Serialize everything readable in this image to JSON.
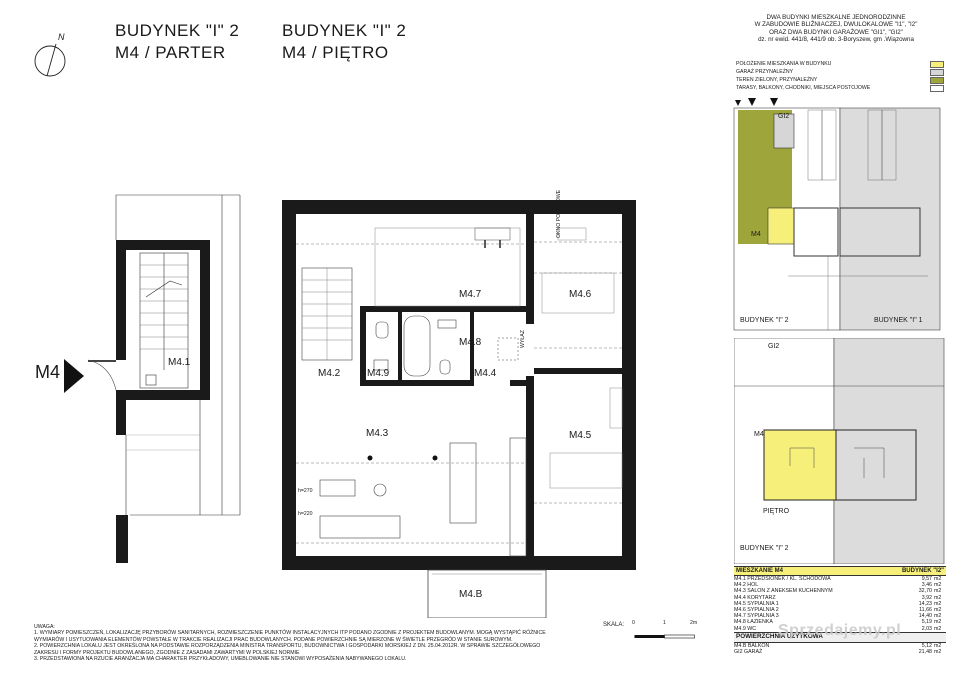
{
  "headings": {
    "left_line1": "BUDYNEK \"I\" 2",
    "left_line2": "M4 / PARTER",
    "right_line1": "BUDYNEK \"I\" 2",
    "right_line2": "M4 / PIĘTRO"
  },
  "compass_letter": "N",
  "entrance_label": "M4",
  "ground_floor_rooms": {
    "m41": "M4.1"
  },
  "upper_floor_rooms": {
    "m42": "M4.2",
    "m43": "M4.3",
    "m44": "M4.4",
    "m45": "M4.5",
    "m46": "M4.6",
    "m47": "M4.7",
    "m48": "M4.8",
    "m49": "M4.9",
    "m4b": "M4.B"
  },
  "height_marks": {
    "h270": "h=270",
    "h220": "h=220"
  },
  "small_annotations": {
    "okno_polaciowe": "OKNO POŁACIOWE",
    "wyjaz": "WYŁAZ"
  },
  "scale": {
    "label": "SKALA:",
    "t0": "0",
    "t1": "1",
    "t2": "2m"
  },
  "notes": {
    "heading": "UWAGA:",
    "lines": [
      "1. WYMIARY POMIESZCZEŃ, LOKALIZACJĘ PRZYBORÓW SANITARNYCH, ROZMIESZCZENIE PUNKTÓW INSTALACYJNYCH ITP PODANO ZGODNIE Z PROJEKTEM BUDOWLANYM. MOGĄ WYSTĄPIĆ RÓŻNICE",
      "WYMIARÓW I USYTUOWANIA ELEMENTÓW POWSTAŁE W TRAKCIE REALIZACJI PRAC BUDOWLANYCH. PODANE POWIERZCHNIE SĄ MIERZONE W ŚWIETLE PRZEGRÓD W STANIE SUROWYM.",
      "2. POWIERZCHNIA LOKALU JEST OKREŚLONA NA PODSTAWIE ROZPORZĄDZENIA MINISTRA TRANSPORTU, BUDOWNICTWA I GOSPODARKI MORSKIEJ Z DN. 25.04.2012R. W SPRAWIE SZCZEGÓŁOWEGO",
      "ZAKRESU I FORMY PROJEKTU BUDOWLANEGO, ZGODNIE Z ZASADAMI ZAWARTYMI W POLSKIEJ NORMIE",
      "3. PRZEDSTAWIONA NA RZUCIE ARANŻACJA MA CHARAKTER PRZYKŁADOWY, UMEBLOWANIE NIE STANOWI WYPOSAŻENIA NABYWANEGO LOKALU."
    ]
  },
  "project": {
    "line1": "DWA BUDYNKI MIESZKALNE JEDNORODZINNE",
    "line2": "W ZABUDOWIE BLIŹNIACZEJ, DWULOKALOWE \"I1\", \"I2\"",
    "line3": "ORAZ DWA BUDYNKI GARAŻOWE \"GI1\", \"GI2\"",
    "line4": "dz. nr ewid. 441/8, 441/9 ob. 3-Boryszew, gm .Wiązowna"
  },
  "legend": [
    {
      "label": "POŁOŻENIE MIESZKANIA W BUDYNKU",
      "color": "#f6f07a"
    },
    {
      "label": "GARAŻ PRZYNALEŻNY",
      "color": "#d6d6d6"
    },
    {
      "label": "TEREN ZIELONY, PRZYNALEŻNY",
      "color": "#9ea53a"
    },
    {
      "label": "TARASY, BALKONY, CHODNIKI, MIEJSCA POSTOJOWE",
      "color": "#ffffff"
    }
  ],
  "site_plan": {
    "gi2": "GI2",
    "m4": "M4",
    "building_left": "BUDYNEK \"I\" 2",
    "building_right": "BUDYNEK \"I\" 1"
  },
  "key_plan": {
    "gi2": "GI2",
    "m4": "M4",
    "floor": "PIĘTRO",
    "building": "BUDYNEK \"I\" 2"
  },
  "area_table": {
    "title_left": "MIESZKANIE  M4",
    "title_right": "BUDYNEK \"I2\"",
    "rows": [
      {
        "name": "M4.1 PRZEDSIONEK / KL. SCHODOWA",
        "value": "9,57",
        "unit": "m2"
      },
      {
        "name": "M4.2 HOL",
        "value": "3,46",
        "unit": "m2"
      },
      {
        "name": "M4.3 SALON Z ANEKSEM KUCHENNYM",
        "value": "32,70",
        "unit": "m2"
      },
      {
        "name": "M4.4 KORYTARZ",
        "value": "3,92",
        "unit": "m2"
      },
      {
        "name": "M4.5 SYPIALNIA 1",
        "value": "14,23",
        "unit": "m2"
      },
      {
        "name": "M4.6 SYPIALNIA 2",
        "value": "11,66",
        "unit": "m2"
      },
      {
        "name": "M4.7 SYPIALNIA 3",
        "value": "14,40",
        "unit": "m2"
      },
      {
        "name": "M4.8 ŁAZIENKA",
        "value": "5,19",
        "unit": "m2"
      },
      {
        "name": "M4.9 WC",
        "value": "2,03",
        "unit": "m2"
      }
    ],
    "total_label": "POWIERZCHNIA UŻYTKOWA",
    "extra_rows": [
      {
        "name": "M4.B BALKON",
        "value": "5,12",
        "unit": "m2"
      },
      {
        "name": "GI2 GARAŻ",
        "value": "21,48",
        "unit": "m2"
      }
    ]
  },
  "watermark": "Sprzedajemy.pl"
}
